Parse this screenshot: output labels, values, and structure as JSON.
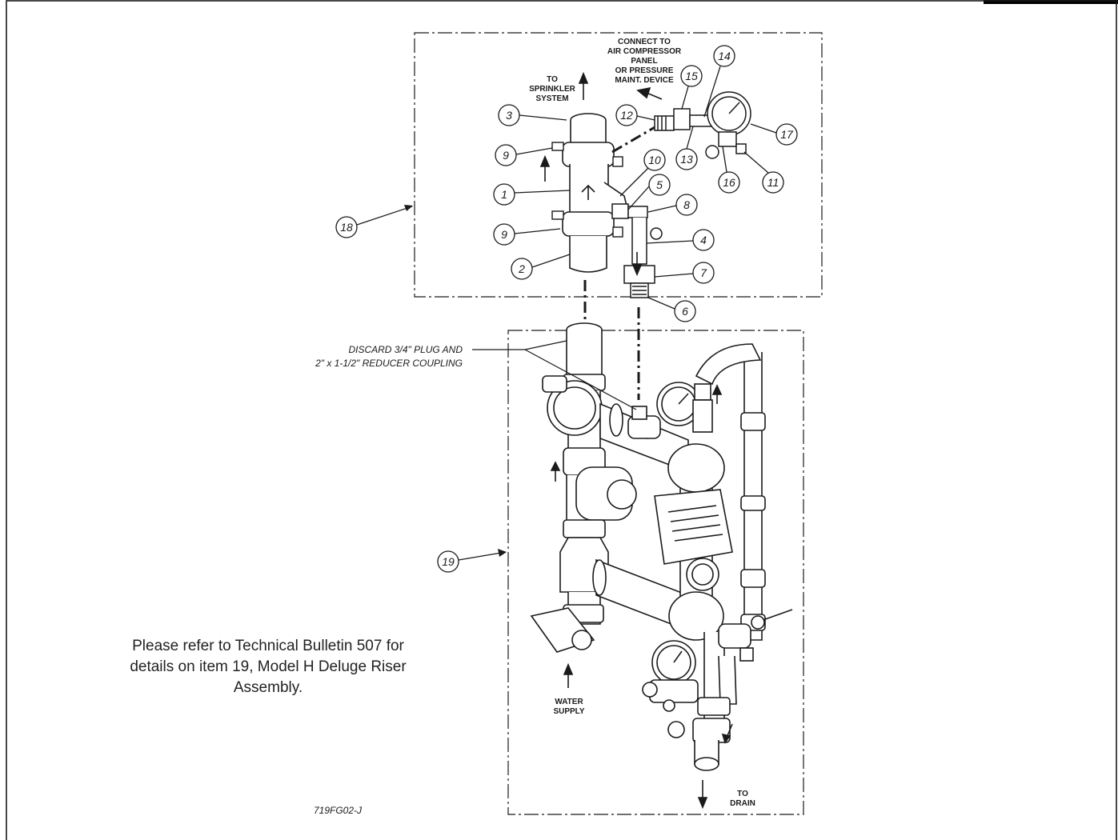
{
  "callouts": {
    "c1": "1",
    "c2": "2",
    "c3": "3",
    "c4": "4",
    "c5": "5",
    "c6": "6",
    "c7": "7",
    "c8": "8",
    "c9a": "9",
    "c9b": "9",
    "c10": "10",
    "c11": "11",
    "c12": "12",
    "c13": "13",
    "c14": "14",
    "c15": "15",
    "c16": "16",
    "c17": "17",
    "c18": "18",
    "c19": "19"
  },
  "labels": {
    "connect": [
      "CONNECT TO",
      "AIR COMPRESSOR",
      "PANEL",
      "OR PRESSURE",
      "MAINT. DEVICE"
    ],
    "sprinkler": [
      "TO",
      "SPRINKLER",
      "SYSTEM"
    ],
    "discard": [
      "DISCARD 3/4\" PLUG AND",
      "2\" x 1-1/2\" REDUCER COUPLING"
    ],
    "water": [
      "WATER",
      "SUPPLY"
    ],
    "drain": [
      "TO",
      "DRAIN"
    ],
    "figure_id": "719FG02-J"
  },
  "note": "Please refer to Technical Bulletin 507 for details on item 19, Model H Deluge Riser Assembly.",
  "colors": {
    "line": "#1a1a1a",
    "fill": "#ffffff"
  }
}
